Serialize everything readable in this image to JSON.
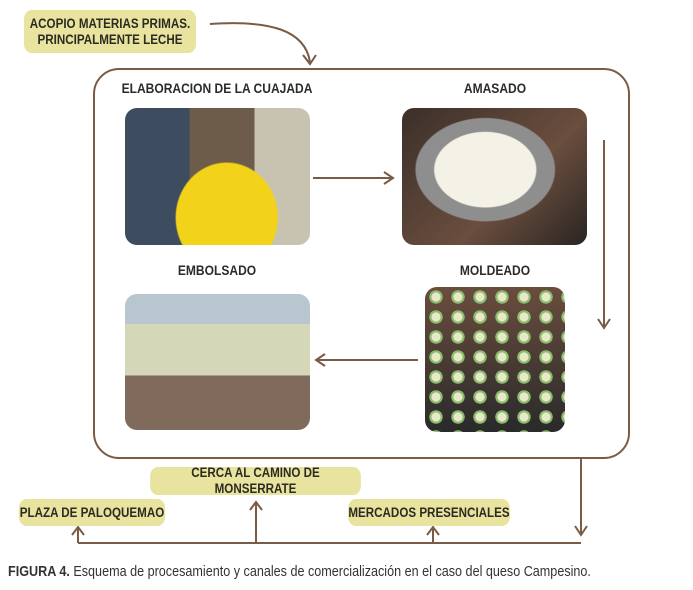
{
  "sources": {
    "acopio": "ACOPIO MATERIAS PRIMAS. PRINCIPALMENTE LECHE"
  },
  "steps": [
    {
      "label": "ELABORACION DE LA CUAJADA"
    },
    {
      "label": "AMASADO"
    },
    {
      "label": "MOLDEADO"
    },
    {
      "label": "EMBOLSADO"
    }
  ],
  "channels": [
    {
      "label": "CERCA AL CAMINO DE MONSERRATE"
    },
    {
      "label": "PLAZA DE PALOQUEMAO"
    },
    {
      "label": "MERCADOS PRESENCIALES"
    }
  ],
  "caption": {
    "prefix": "FIGURA 4.",
    "text": " Esquema de procesamiento y canales de comercialización en el caso del queso Campesino."
  },
  "colors": {
    "pill": "#e8e39e",
    "line": "#7a5c46"
  }
}
